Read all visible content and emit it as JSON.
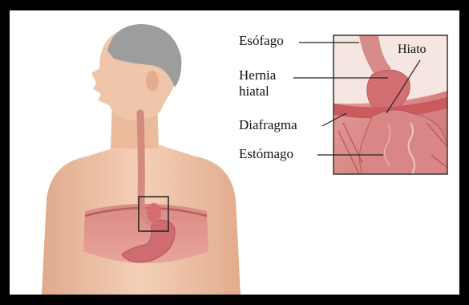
{
  "labels": {
    "esofago": "Esófago",
    "hernia_line1": "Hernia",
    "hernia_line2": "hiatal",
    "diafragma": "Diafragma",
    "estomago": "Estómago",
    "hiato": "Hiato"
  },
  "colors": {
    "frame": "#000000",
    "background": "#ffffff",
    "skin": "#efc3a6",
    "tissue": "#d9807e",
    "muscle": "#c86a6a",
    "hair": "#9c9c9c"
  }
}
